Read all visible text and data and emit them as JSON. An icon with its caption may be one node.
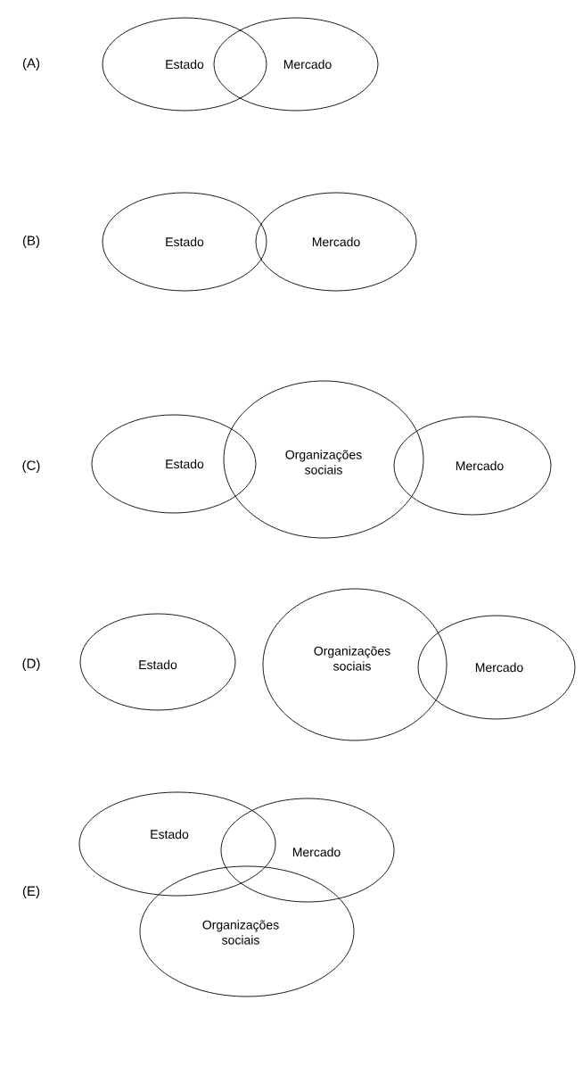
{
  "diagram": {
    "nodes": [
      {
        "text": [
          "Estado"
        ]
      },
      {
        "text": [
          "Mercado"
        ]
      },
      {
        "text": [
          "Estado"
        ]
      },
      {
        "text": [
          "Mercado"
        ]
      },
      {
        "text": [
          "Estado"
        ]
      },
      {
        "text": [
          "Organizações sociais"
        ]
      },
      {
        "text": [
          "Mercado"
        ]
      },
      {
        "text": [
          "Estado"
        ]
      },
      {
        "text": [
          "Organizações sociais"
        ]
      },
      {
        "text": [
          "Mercado"
        ]
      },
      {
        "text": [
          "Estado"
        ]
      },
      {
        "text": [
          "Mercado"
        ]
      },
      {
        "text": [
          "Organizações sociais"
        ]
      }
    ],
    "labels": [
      "(A)",
      "(B)",
      "(C)",
      "(D)",
      "(E)"
    ]
  }
}
